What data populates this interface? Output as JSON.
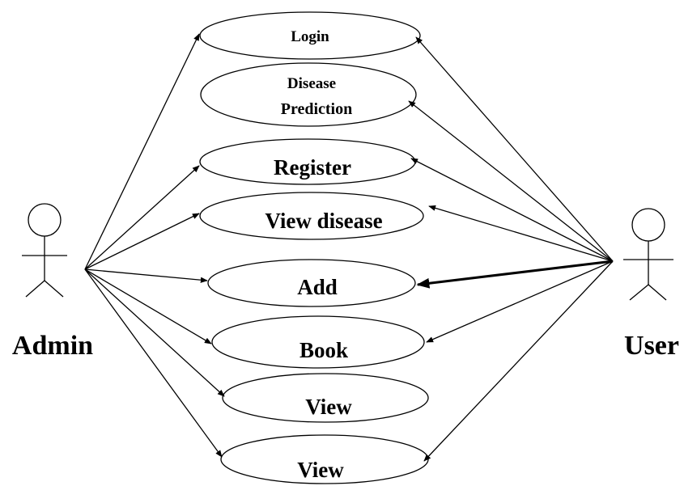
{
  "actors": {
    "admin": {
      "name": "Admin"
    },
    "user": {
      "name": "User"
    }
  },
  "use_cases": {
    "login": {
      "label": "Login"
    },
    "disease_prediction": {
      "line1": "Disease",
      "line2": "Prediction"
    },
    "register": {
      "label": "Register"
    },
    "view_disease": {
      "label": "View disease"
    },
    "add": {
      "label": "Add"
    },
    "book": {
      "label": "Book"
    },
    "view_1": {
      "label": "View"
    },
    "view_2": {
      "label": "View"
    }
  }
}
